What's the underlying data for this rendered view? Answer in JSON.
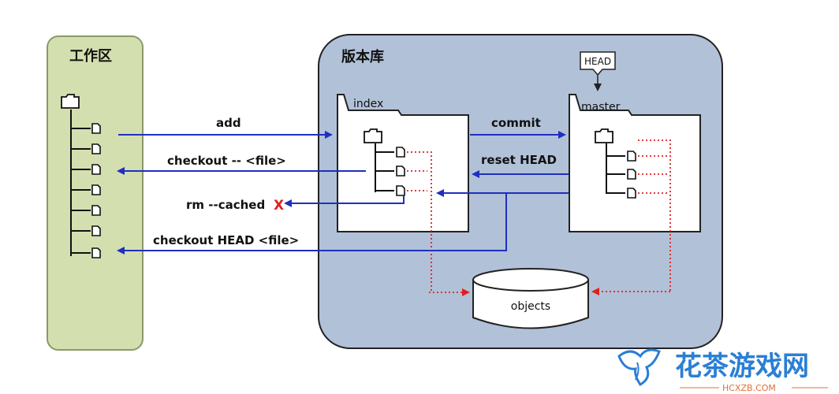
{
  "workspace": {
    "title": "工作区"
  },
  "repository": {
    "title": "版本库"
  },
  "index_box": {
    "label": "index"
  },
  "master_box": {
    "label": "master"
  },
  "head_tag": {
    "label": "HEAD"
  },
  "objects_store": {
    "label": "objects"
  },
  "arrows": {
    "add": "add",
    "checkout_file": "checkout -- <file>",
    "rm_cached": "rm --cached",
    "rm_cached_mark": "X",
    "checkout_head": "checkout HEAD <file>",
    "commit": "commit",
    "reset_head": "reset HEAD"
  },
  "watermark": {
    "brand": "花茶游戏网",
    "url": "HCXZB.COM"
  },
  "colors": {
    "workspace_fill": "#d4dfb0",
    "repo_fill": "#b1c1d8",
    "arrow_blue": "#1f2fbf",
    "link_red": "#e02020"
  }
}
